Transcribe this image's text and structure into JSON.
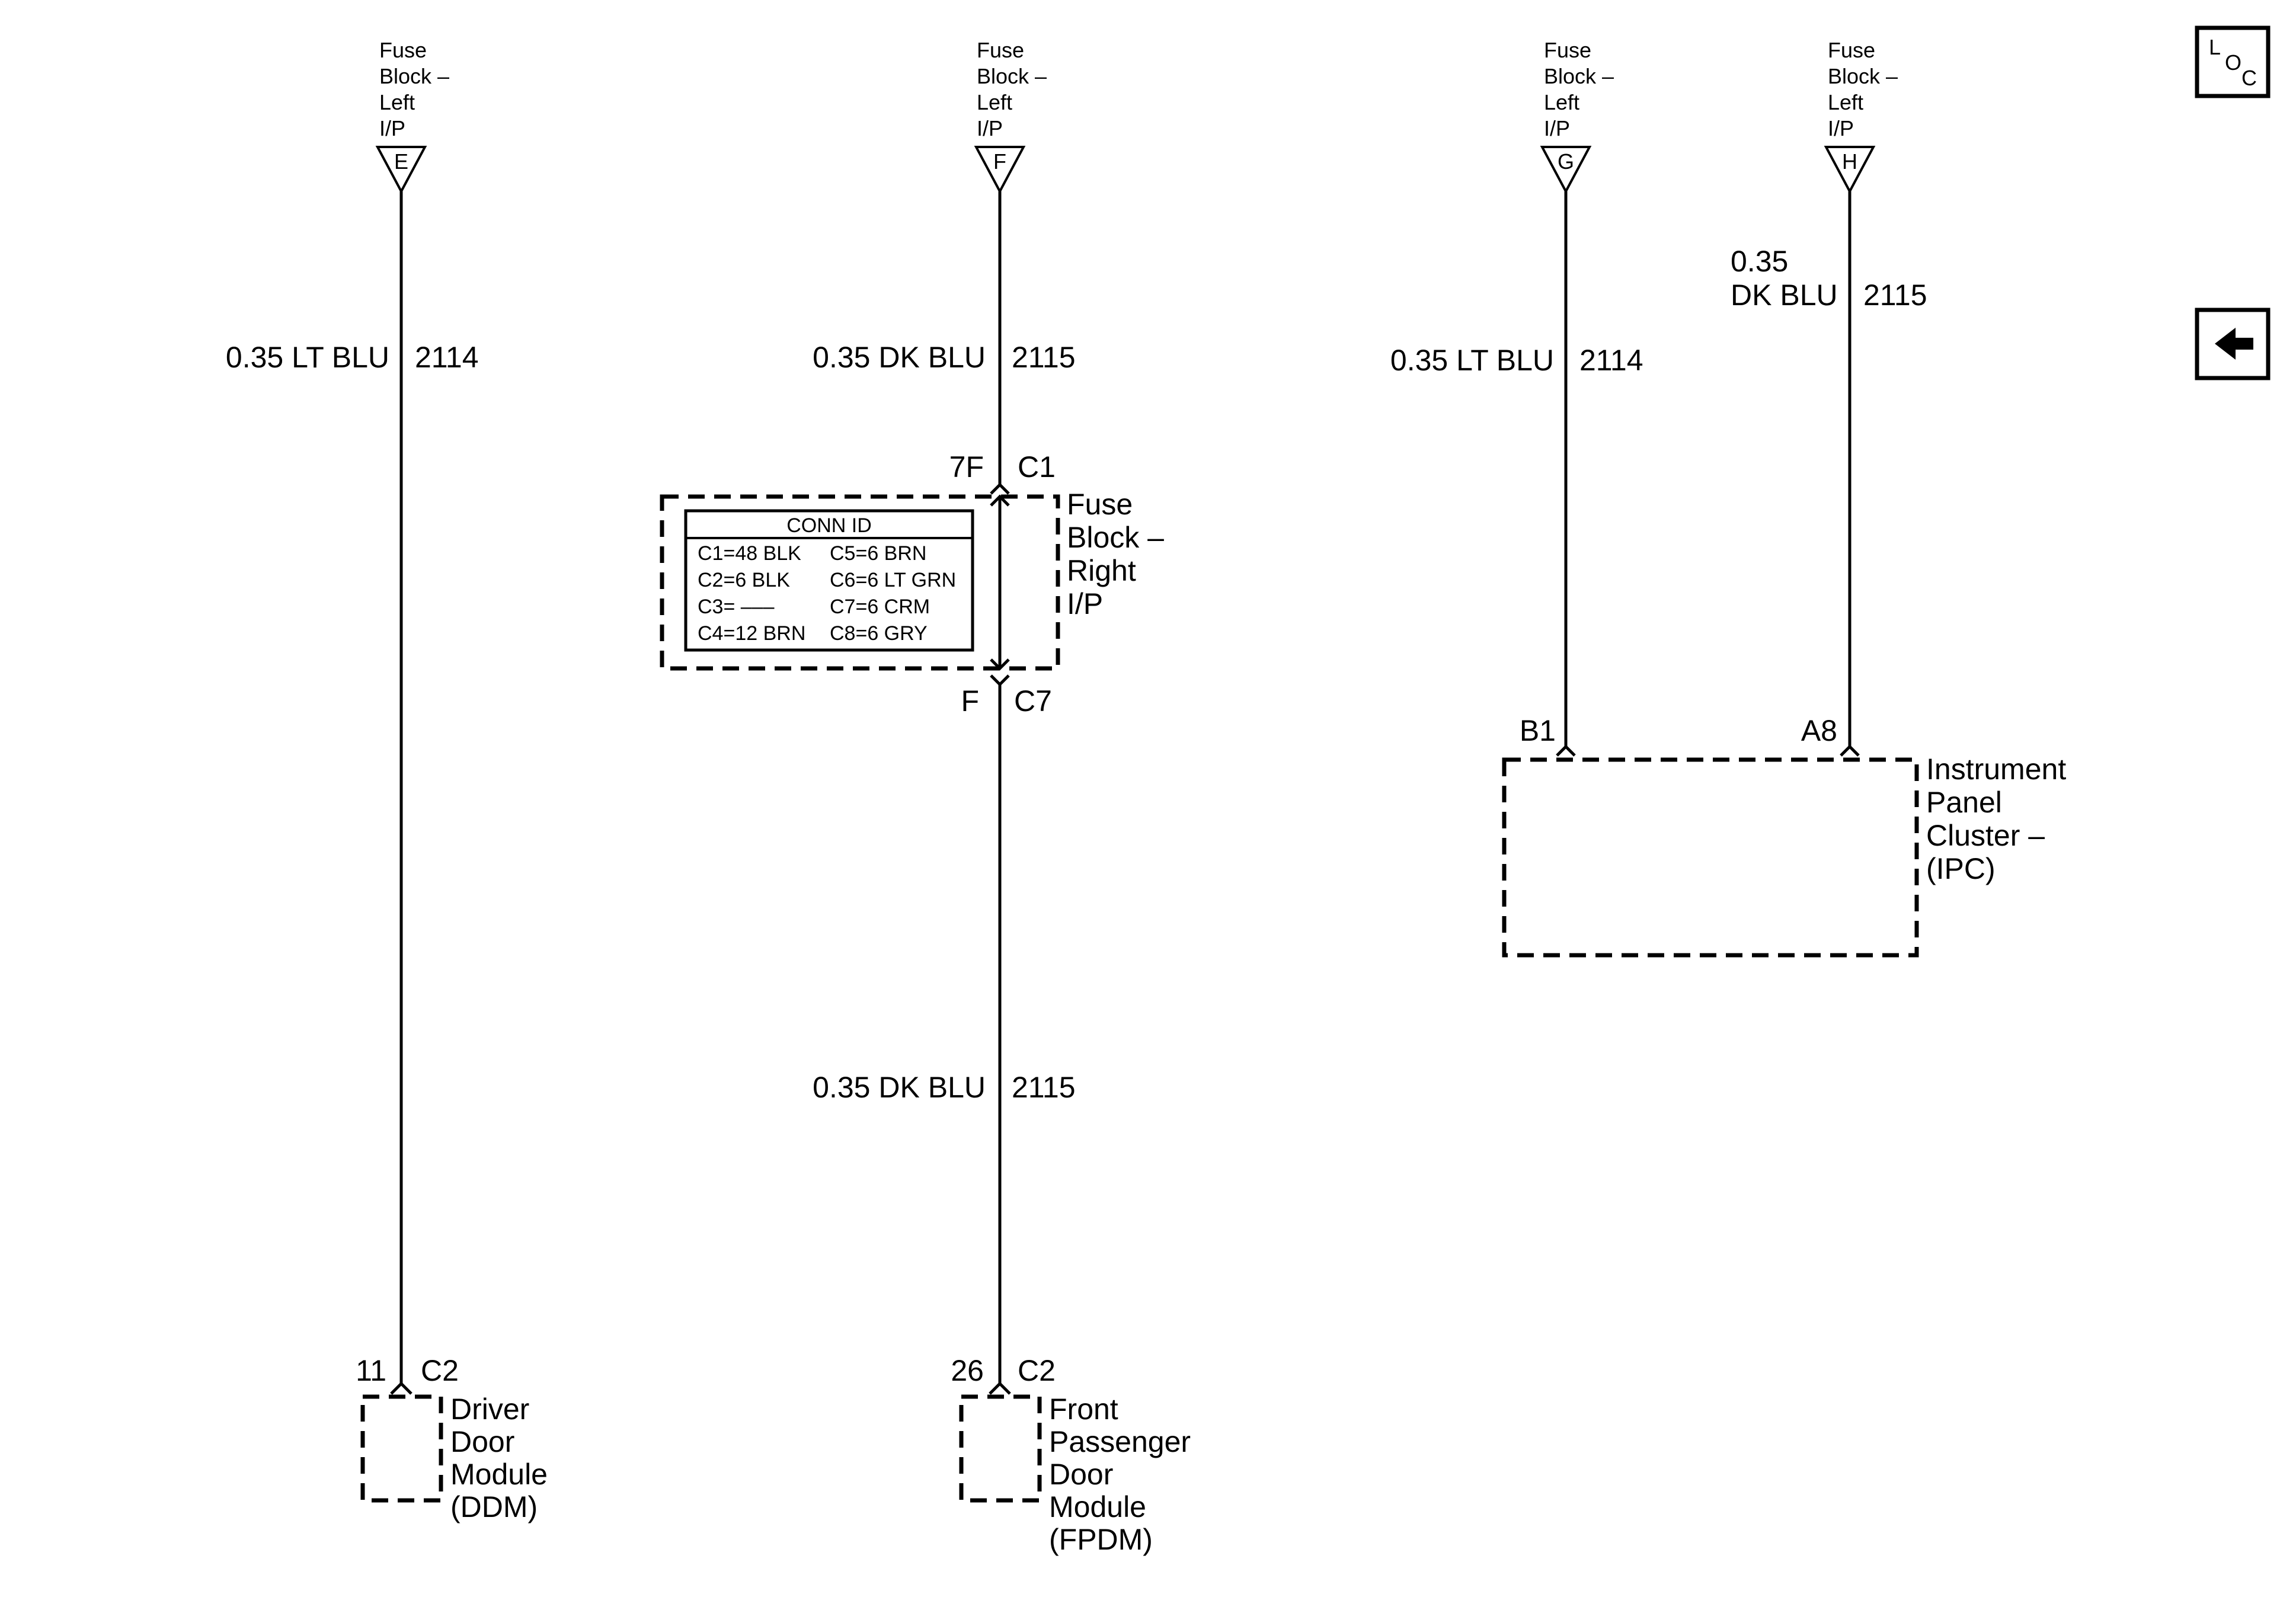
{
  "fuse_feeds": [
    {
      "label_lines": [
        "Fuse",
        "Block –",
        "Left",
        "I/P"
      ],
      "terminal": "E"
    },
    {
      "label_lines": [
        "Fuse",
        "Block –",
        "Left",
        "I/P"
      ],
      "terminal": "F"
    },
    {
      "label_lines": [
        "Fuse",
        "Block –",
        "Left",
        "I/P"
      ],
      "terminal": "G"
    },
    {
      "label_lines": [
        "Fuse",
        "Block –",
        "Left",
        "I/P"
      ],
      "terminal": "H"
    }
  ],
  "wires": [
    {
      "size_color": "0.35 LT BLU",
      "circuit": "2114"
    },
    {
      "size_color": "0.35 DK BLU",
      "circuit": "2115"
    },
    {
      "size_color": "0.35 DK BLU",
      "circuit": "2115"
    },
    {
      "size_color": "0.35 LT BLU",
      "circuit": "2114"
    },
    {
      "size_line1": "0.35",
      "size_line2": "DK BLU",
      "circuit": "2115"
    }
  ],
  "fuse_block_right": {
    "name_lines": [
      "Fuse",
      "Block –",
      "Right",
      "I/P"
    ],
    "top_pin": "7F",
    "top_connector": "C1",
    "bottom_pin": "F",
    "bottom_connector": "C7",
    "conn_id": {
      "title": "CONN ID",
      "rows": [
        [
          "C1=48 BLK",
          "C5=6 BRN"
        ],
        [
          "C2=6 BLK",
          "C6=6 LT GRN"
        ],
        [
          "C3= –––",
          "C7=6 CRM"
        ],
        [
          "C4=12 BRN",
          "C8=6 GRY"
        ]
      ]
    }
  },
  "ddm": {
    "pin": "11",
    "connector": "C2",
    "name_lines": [
      "Driver",
      "Door",
      "Module",
      "(DDM)"
    ]
  },
  "fpdm": {
    "pin": "26",
    "connector": "C2",
    "name_lines": [
      "Front",
      "Passenger",
      "Door",
      "Module",
      "(FPDM)"
    ]
  },
  "ipc": {
    "pin_left": "B1",
    "pin_right": "A8",
    "name_lines": [
      "Instrument",
      "Panel",
      "Cluster –",
      "(IPC)"
    ]
  },
  "nav": {
    "loc_letters": [
      "L",
      "O",
      "C"
    ],
    "back_icon": "left-arrow-icon"
  }
}
